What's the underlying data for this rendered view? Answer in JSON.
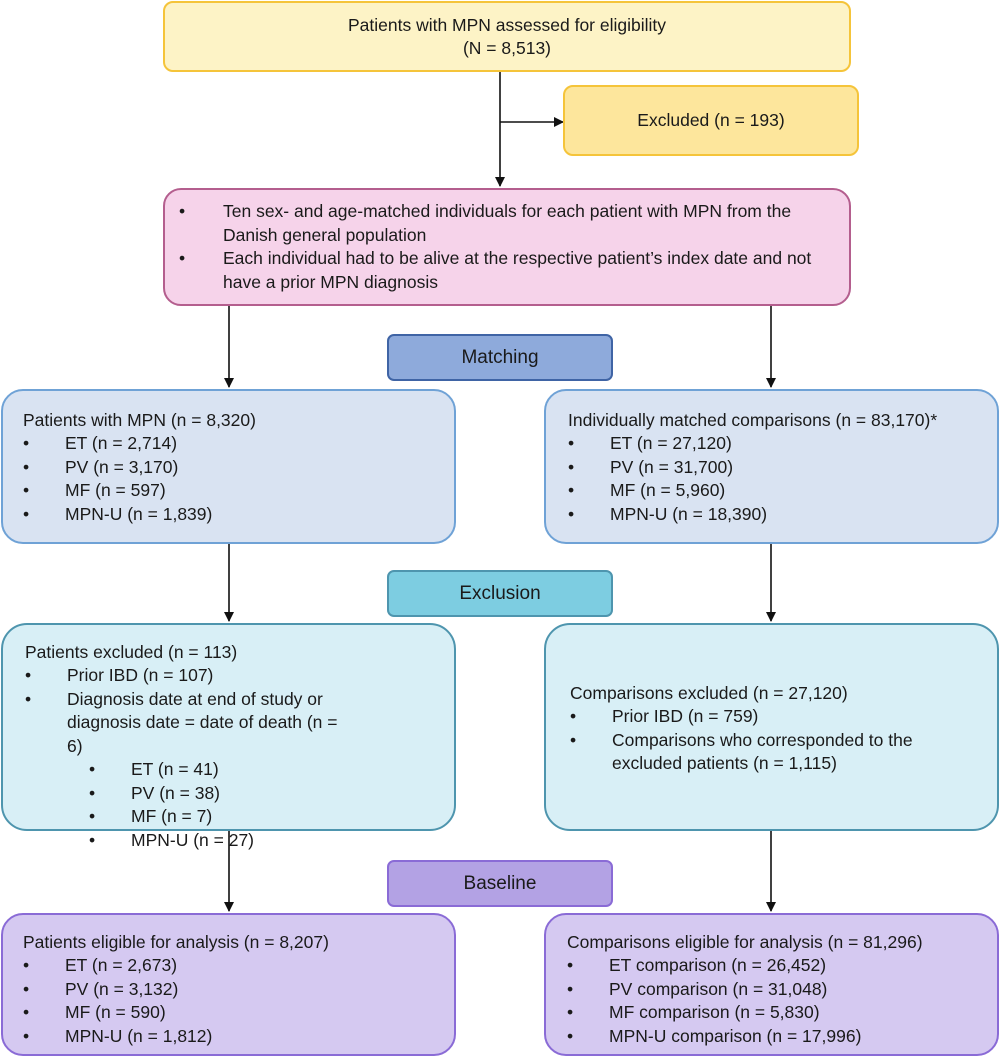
{
  "colors": {
    "yellow_light": "#fdf3c6",
    "yellow": "#fde69c",
    "yellow_border": "#f5c43a",
    "pink": "#f6d3ea",
    "pink_border": "#b45e8e",
    "blue_phase": "#8eaadb",
    "blue_phase_border": "#3f64a5",
    "blue_box": "#d9e3f2",
    "blue_box_border": "#6fa2d6",
    "cyan_phase": "#7dcde1",
    "cyan_box": "#d8eff6",
    "cyan_border": "#4e95ae",
    "purple_phase": "#b3a2e4",
    "purple_box": "#d5c9f1",
    "purple_border": "#8a6bd6",
    "arrow": "#111111"
  },
  "assessed": {
    "line1": "Patients with MPN assessed for eligibility",
    "line2": "(N = 8,513)"
  },
  "excluded": {
    "label": "Excluded (n = 193)"
  },
  "matching_criteria": {
    "items": [
      "Ten sex- and age-matched individuals for each patient with MPN from the Danish general population",
      "Each individual had to be alive at the respective patient’s index date and not have a prior MPN diagnosis"
    ]
  },
  "phases": {
    "matching": "Matching",
    "exclusion": "Exclusion",
    "baseline": "Baseline"
  },
  "patients_mpn": {
    "title": "Patients with MPN (n = 8,320)",
    "items": [
      "ET (n = 2,714)",
      "PV (n = 3,170)",
      "MF (n = 597)",
      "MPN-U (n = 1,839)"
    ]
  },
  "matched_comparisons": {
    "title": "Individually matched comparisons (n = 83,170)*",
    "items": [
      "ET (n = 27,120)",
      "PV (n = 31,700)",
      "MF (n = 5,960)",
      "MPN-U (n = 18,390)"
    ]
  },
  "patients_excluded": {
    "title": "Patients excluded (n = 113)",
    "items": [
      "Prior IBD (n = 107)",
      "Diagnosis date at end of study or diagnosis date = date of death (n = 6)"
    ],
    "sub_items": [
      "ET (n = 41)",
      "PV (n = 38)",
      "MF (n = 7)",
      "MPN-U (n = 27)"
    ]
  },
  "comparisons_excluded": {
    "title": "Comparisons excluded (n = 27,120)",
    "items": [
      "Prior IBD (n = 759)",
      "Comparisons who corresponded to the excluded patients (n = 1,115)"
    ]
  },
  "patients_eligible": {
    "title": "Patients eligible for analysis (n = 8,207)",
    "items": [
      "ET (n = 2,673)",
      "PV (n = 3,132)",
      "MF (n = 590)",
      "MPN-U (n = 1,812)"
    ]
  },
  "comparisons_eligible": {
    "title": "Comparisons eligible for analysis (n = 81,296)",
    "items": [
      "ET comparison (n = 26,452)",
      "PV comparison (n = 31,048)",
      "MF comparison (n = 5,830)",
      "MPN-U comparison (n = 17,996)"
    ]
  }
}
